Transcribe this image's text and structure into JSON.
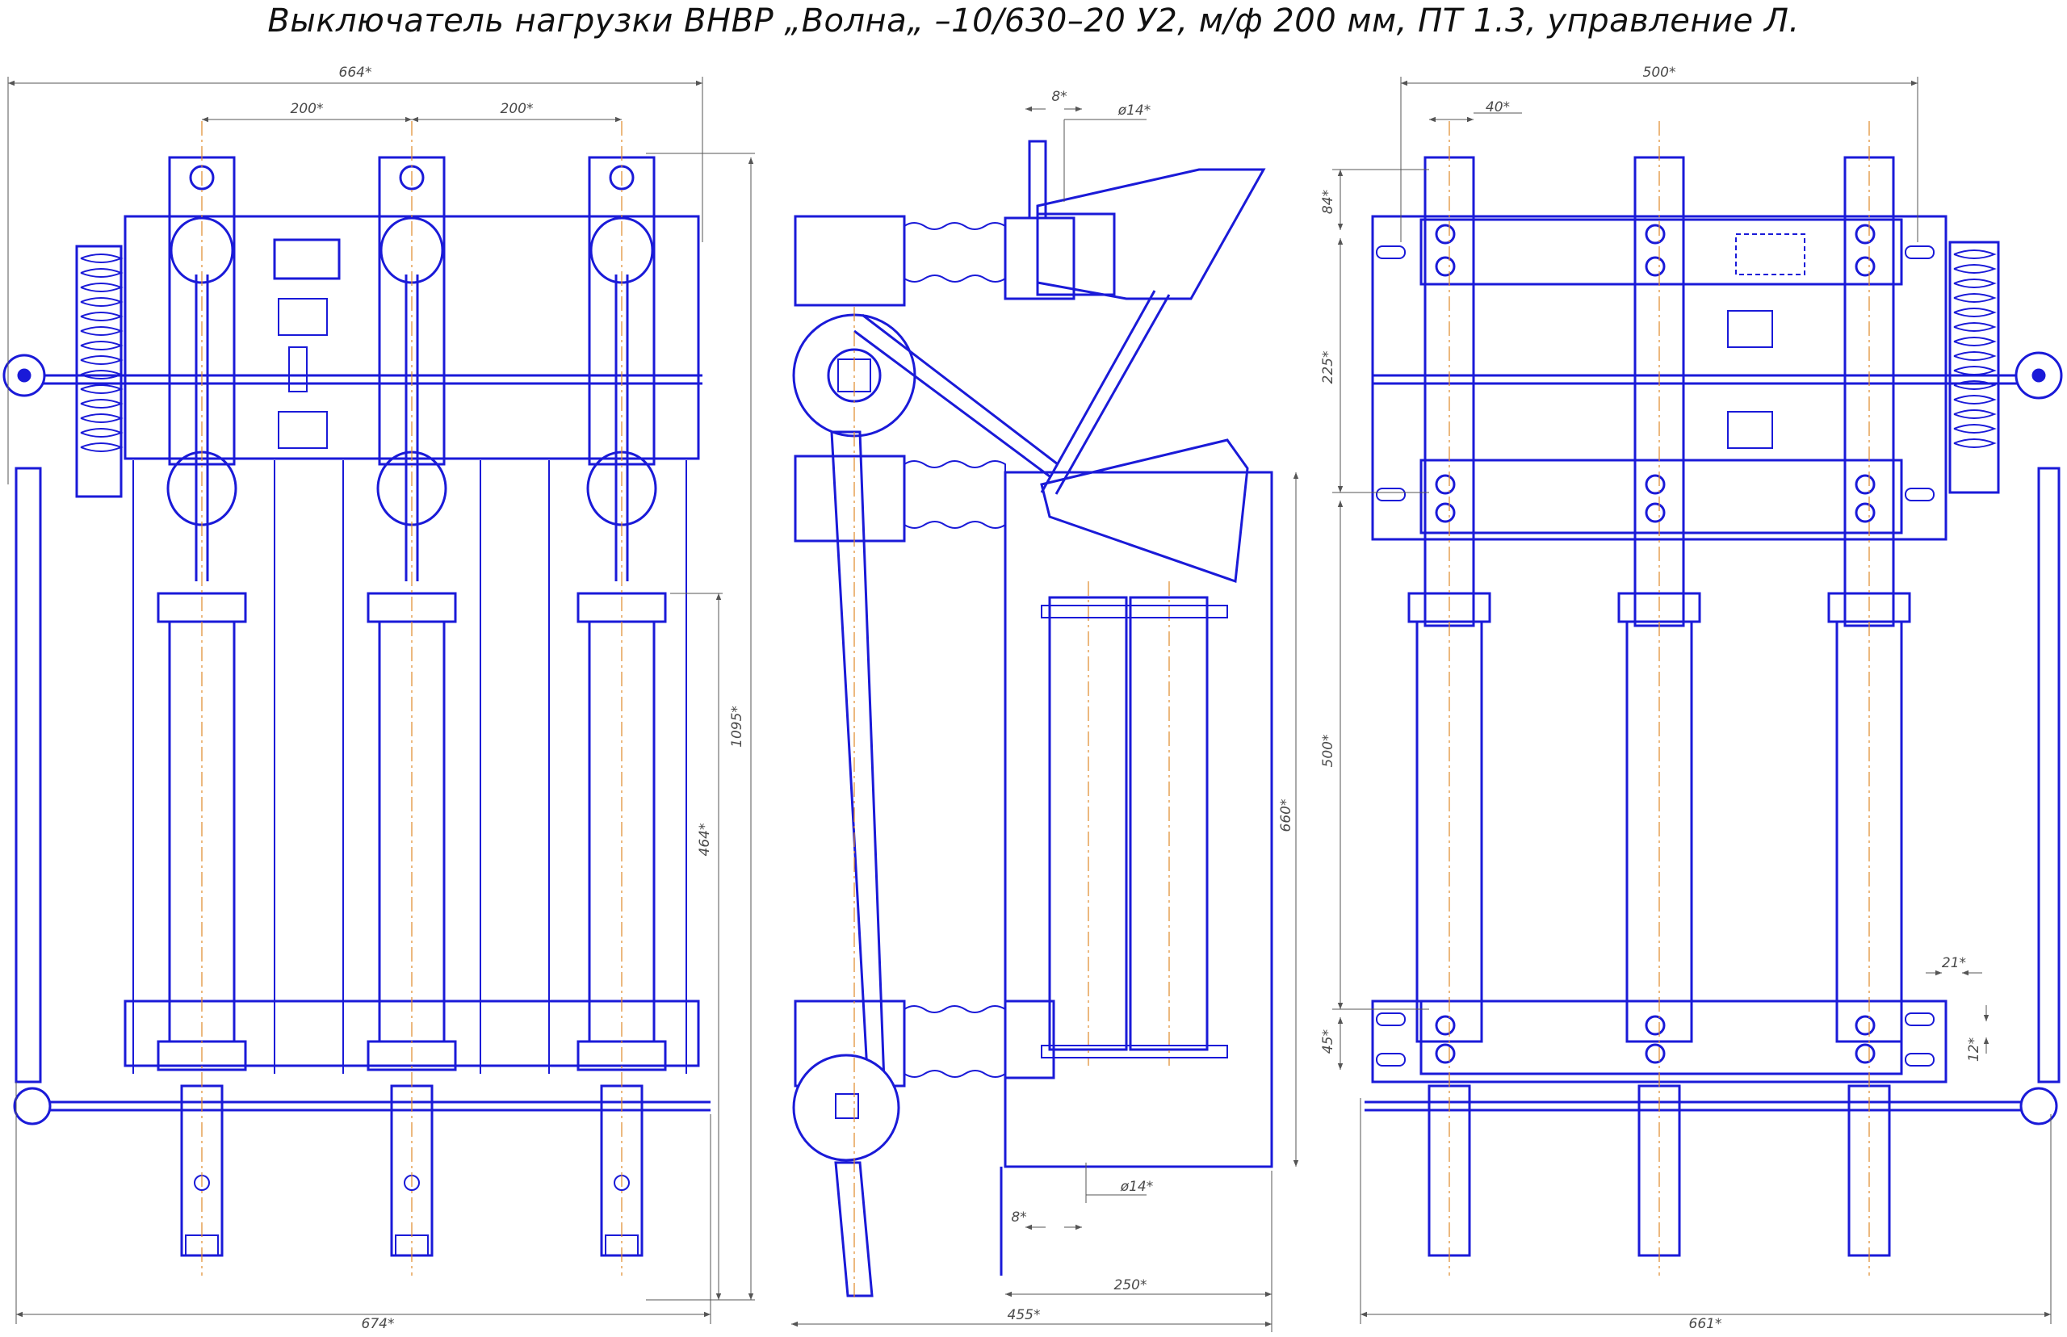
{
  "title": "Выключатель нагрузки ВНВР „Волна„ –10/630–20 У2, м/ф 200 мм, ПТ 1.3, управление Л.",
  "colors": {
    "lines": "#1a1ad8",
    "axes": "#e08a2a",
    "dims": "#4a4a4a"
  },
  "dimensions": {
    "front_top_width": "664*",
    "front_pitch_1": "200*",
    "front_pitch_2": "200*",
    "front_height_total": "1095*",
    "front_height_lower": "464*",
    "front_bottom_width": "674*",
    "side_bolt_width": "8*",
    "side_hole_top": "ø14*",
    "side_frame_height": "660*",
    "side_hole_bottom": "ø14*",
    "side_bolt_bottom": "8*",
    "side_frame_width": "250*",
    "side_overall_width": "455*",
    "rear_top_width": "500*",
    "rear_offset": "40*",
    "rear_height_84": "84*",
    "rear_height_225": "225*",
    "rear_height_500": "500*",
    "rear_height_45": "45*",
    "rear_detail_21": "21*",
    "rear_detail_12": "12*",
    "rear_bottom_width": "661*"
  }
}
